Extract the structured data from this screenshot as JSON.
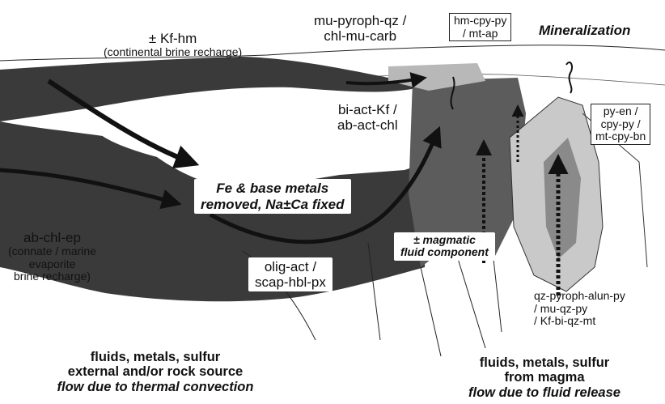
{
  "labels": {
    "kf_hm": "± Kf-hm",
    "continental": "(continental brine recharge)",
    "mu_pyroph_line1": "mu-pyroph-qz /",
    "mu_pyroph_line2": "chl-mu-carb",
    "hm_cpy_line1": "hm-cpy-py",
    "hm_cpy_line2": "/ mt-ap",
    "mineralization": "Mineralization",
    "bi_act_line1": "bi-act-Kf /",
    "bi_act_line2": "ab-act-chl",
    "py_en_line1": "py-en /",
    "py_en_line2": "cpy-py /",
    "py_en_line3": "mt-cpy-bn",
    "fe_line1": "Fe & base metals",
    "fe_line2": "removed, Na±Ca fixed",
    "ab_chl_ep": "ab-chl-ep",
    "connate_line1": "(connate / marine",
    "connate_line2": "evaporite",
    "connate_line3": "brine recharge)",
    "magmatic_line1": "± magmatic",
    "magmatic_line2": "fluid component",
    "olig_line1": "olig-act /",
    "olig_line2": "scap-hbl-px",
    "qz_line1": "qz-pyroph-alun-py",
    "qz_line2": "/ mu-qz-py",
    "qz_line3": "/ Kf-bi-qz-mt"
  },
  "captions": {
    "left_line1": "fluids, metals, sulfur",
    "left_line2": "external and/or rock source",
    "left_line3": "flow due to thermal convection",
    "right_line1": "fluids, metals, sulfur",
    "right_line2": "from magma",
    "right_line3": "flow due to fluid release"
  },
  "colors": {
    "dark_fill": "#3a3a3a",
    "mid_fill": "#5c5c5c",
    "light_fill": "#c9c9c9",
    "ink": "#111111"
  }
}
